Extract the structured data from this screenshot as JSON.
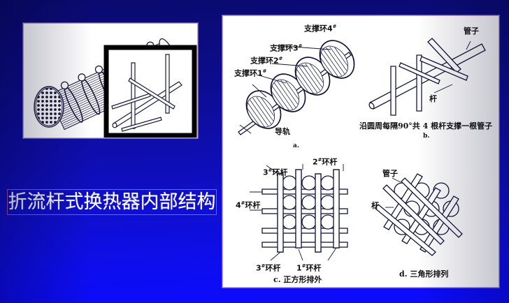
{
  "slide": {
    "background_top_color": "#0a0a6e",
    "background_bottom_color": "#0b0bff",
    "title_box_border_color": "#b25a8e",
    "panel_border_color": "#c8a8c8"
  },
  "title": {
    "text": "折流杆式换热器内部结构"
  },
  "left_panel": {
    "name": "heat-exchanger-tube-bundle-photo",
    "inset_name": "rod-baffle-detail-inset"
  },
  "right_panel": {
    "panel_a": {
      "labels": [
        {
          "text": "支撑环4",
          "sup": "#"
        },
        {
          "text": "支撑环3",
          "sup": "#"
        },
        {
          "text": "支撑环2",
          "sup": "#"
        },
        {
          "text": "支撑环1",
          "sup": "#"
        },
        {
          "text": "导轨",
          "sup": ""
        }
      ],
      "caption": "a."
    },
    "panel_b": {
      "labels": [
        {
          "text": "管子",
          "sup": ""
        },
        {
          "text": "杆",
          "sup": ""
        }
      ],
      "note": "沿圆周每隔90°共 4 根杆支撑一根管子",
      "caption": "b."
    },
    "panel_c": {
      "labels": [
        {
          "text": "2",
          "sup": "#",
          "tail": "环杆"
        },
        {
          "text": "3",
          "sup": "#",
          "tail": "环杆"
        },
        {
          "text": "4",
          "sup": "#",
          "tail": "环杆"
        },
        {
          "text": "3",
          "sup": "#",
          "tail": "环杆"
        },
        {
          "text": "1",
          "sup": "#",
          "tail": "环杆"
        }
      ],
      "caption": "c. 正方形排外"
    },
    "panel_d": {
      "labels": [
        {
          "text": "管子",
          "sup": ""
        },
        {
          "text": "杆",
          "sup": ""
        }
      ],
      "caption": "d. 三角形排列"
    }
  }
}
